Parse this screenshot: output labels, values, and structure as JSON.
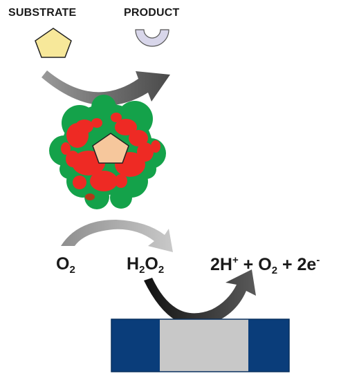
{
  "labels": {
    "substrate": "SUBSTRATE",
    "product": "PRODUCT"
  },
  "oxygen": {
    "base": "O",
    "sub": "2"
  },
  "peroxide": {
    "h": "H",
    "h_sub": "2",
    "o": "O",
    "o_sub": "2"
  },
  "products": {
    "coef_h": "2H",
    "h_charge": "+",
    "plus1": " + ",
    "o": "O",
    "o_sub": "2",
    "plus2": " + ",
    "coef_e": "2e",
    "e_charge": "-"
  },
  "colors": {
    "substrate_fill": "#f7e89a",
    "product_fill": "#d8d6ea",
    "enzyme_red": "#ee2a24",
    "enzyme_green": "#14a24a",
    "enzyme_substrate_fill": "#f6c79c",
    "arrow_gray": "#8c8c8c",
    "arrow_dark": "#333333",
    "electrode_blue": "#0a3d7a",
    "electrode_gray": "#c8c8c8"
  },
  "icons": {
    "substrate": "pentagon-icon",
    "product": "half-ring-icon"
  }
}
